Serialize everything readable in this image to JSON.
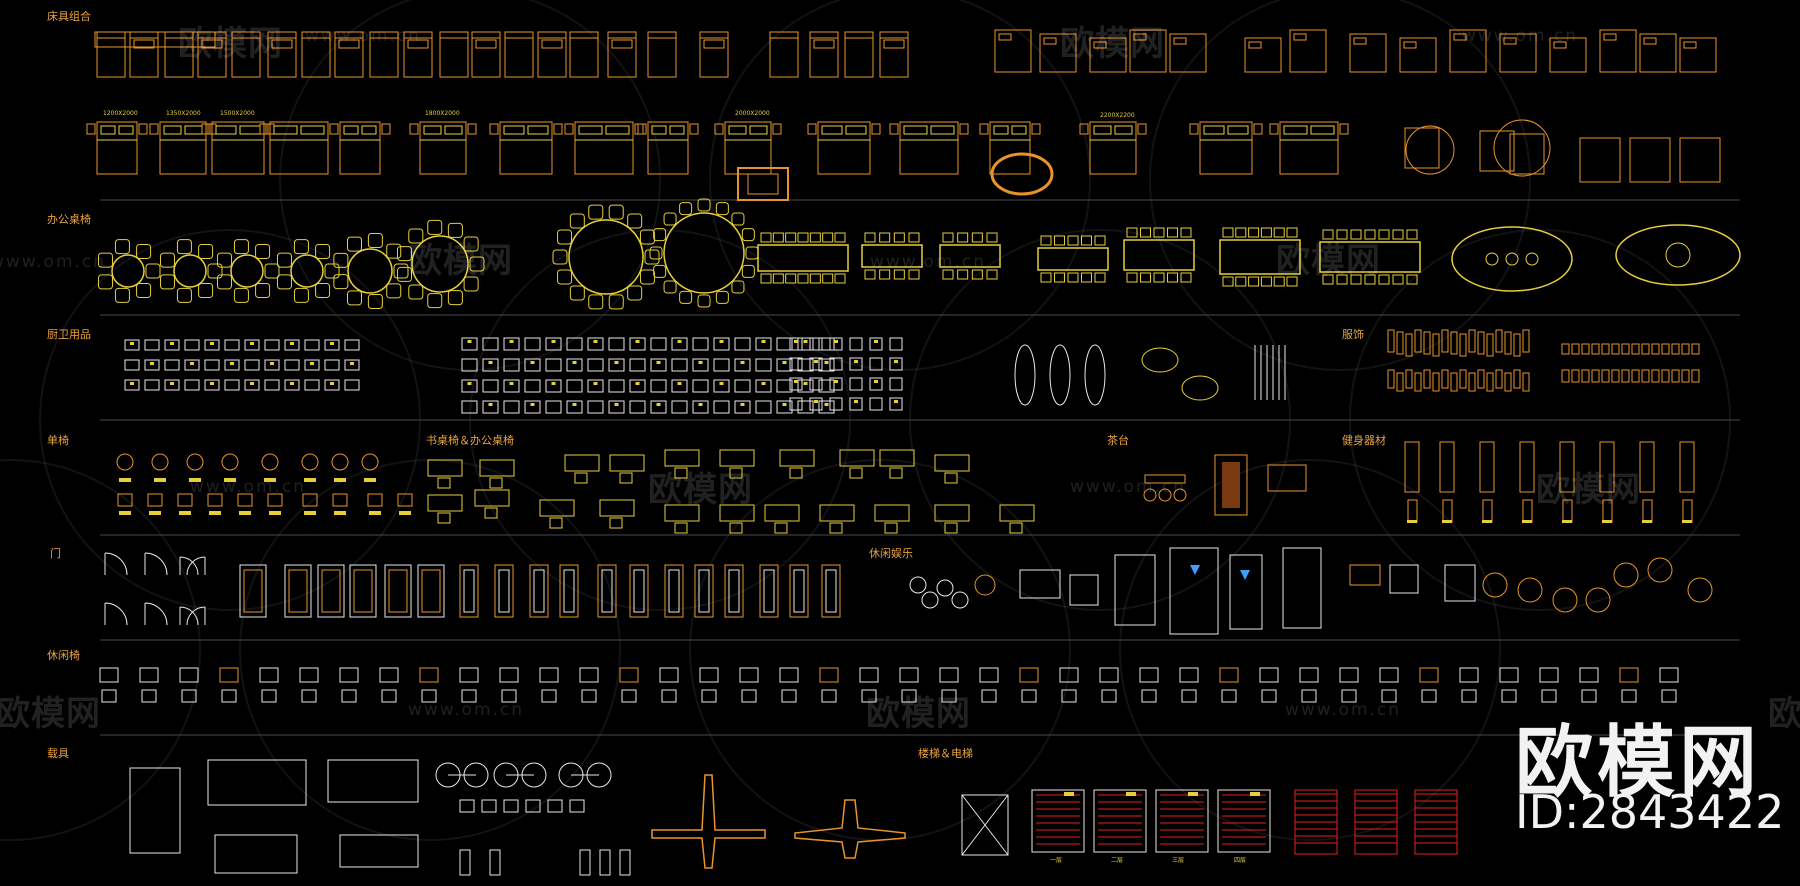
{
  "categories": [
    {
      "id": "bed",
      "label": "床具组合"
    },
    {
      "id": "office-table",
      "label": "办公桌椅"
    },
    {
      "id": "kitchen-bath",
      "label": "厨卫用品"
    },
    {
      "id": "clothing",
      "label": "服饰"
    },
    {
      "id": "single-chair",
      "label": "单椅"
    },
    {
      "id": "study-desk",
      "label": "书桌椅＆办公桌椅"
    },
    {
      "id": "tea-table",
      "label": "茶台"
    },
    {
      "id": "fitness",
      "label": "健身器材"
    },
    {
      "id": "door",
      "label": "门"
    },
    {
      "id": "leisure-ent",
      "label": "休闲娱乐"
    },
    {
      "id": "leisure-chair",
      "label": "休闲椅"
    },
    {
      "id": "vehicle",
      "label": "载具"
    },
    {
      "id": "stairs",
      "label": "楼梯＆电梯"
    }
  ],
  "watermark": {
    "brand": "欧模网",
    "url": "www.om.cn"
  },
  "bed_size_labels": [
    "1200X2000",
    "1350X2000",
    "1500X2000",
    "1800X2000",
    "2000X2000",
    "2200X2200"
  ],
  "stairs_labels": [
    "一层",
    "二层",
    "三层",
    "四层"
  ],
  "footer": {
    "brand": "欧模网",
    "id_text": "ID:2843422"
  },
  "colors": {
    "orange": "#e8942a",
    "yellow": "#e6cf3a",
    "red": "#e02020",
    "white": "#e8e8e8",
    "background": "#000000",
    "grey": "#4a4a4a"
  }
}
